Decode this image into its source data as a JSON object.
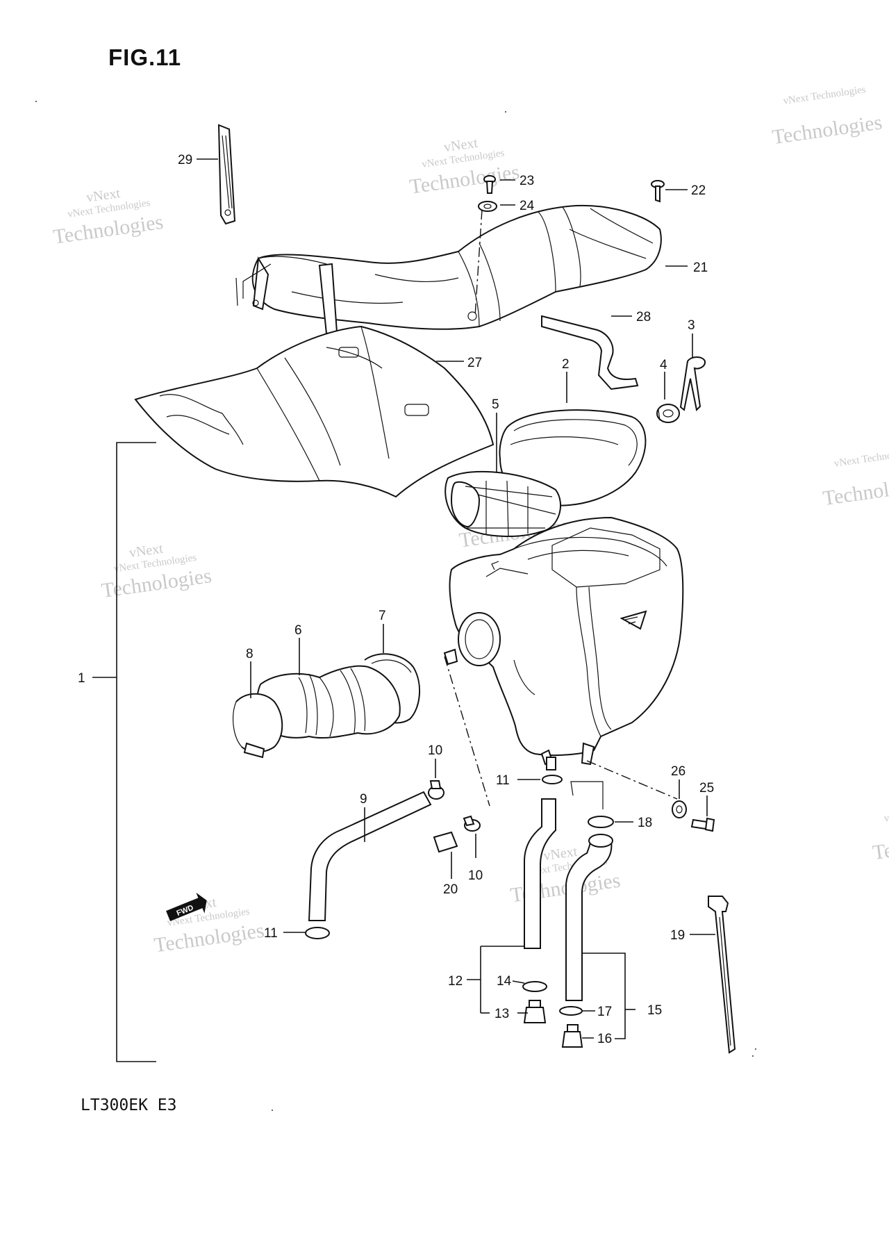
{
  "figure": {
    "title": "FIG.11",
    "model": "LT300EK  E3"
  },
  "watermark": {
    "line1": "vNext",
    "line2": "vNext Technologies",
    "line3": "Technologies"
  },
  "labels": {
    "p1": "1",
    "p2": "2",
    "p3": "3",
    "p4": "4",
    "p5": "5",
    "p6": "6",
    "p7": "7",
    "p8": "8",
    "p9": "9",
    "p10a": "10",
    "p10b": "10",
    "p11a": "11",
    "p11b": "11",
    "p12": "12",
    "p13": "13",
    "p14": "14",
    "p15": "15",
    "p16": "16",
    "p17": "17",
    "p18": "18",
    "p19": "19",
    "p20": "20",
    "p21": "21",
    "p22": "22",
    "p23": "23",
    "p24": "24",
    "p25": "25",
    "p26": "26",
    "p27": "27",
    "p28": "28",
    "p29": "29"
  },
  "fwd_mark": "FWD"
}
